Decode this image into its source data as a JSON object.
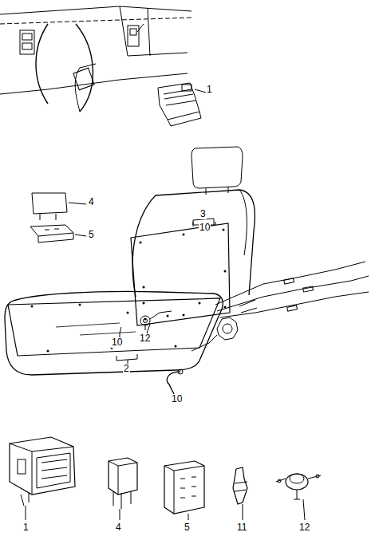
{
  "diagram": {
    "labels": [
      "1",
      "4",
      "5",
      "3",
      "10",
      "12",
      "10",
      "2",
      "10",
      "1",
      "4",
      "5",
      "11",
      "12"
    ]
  }
}
